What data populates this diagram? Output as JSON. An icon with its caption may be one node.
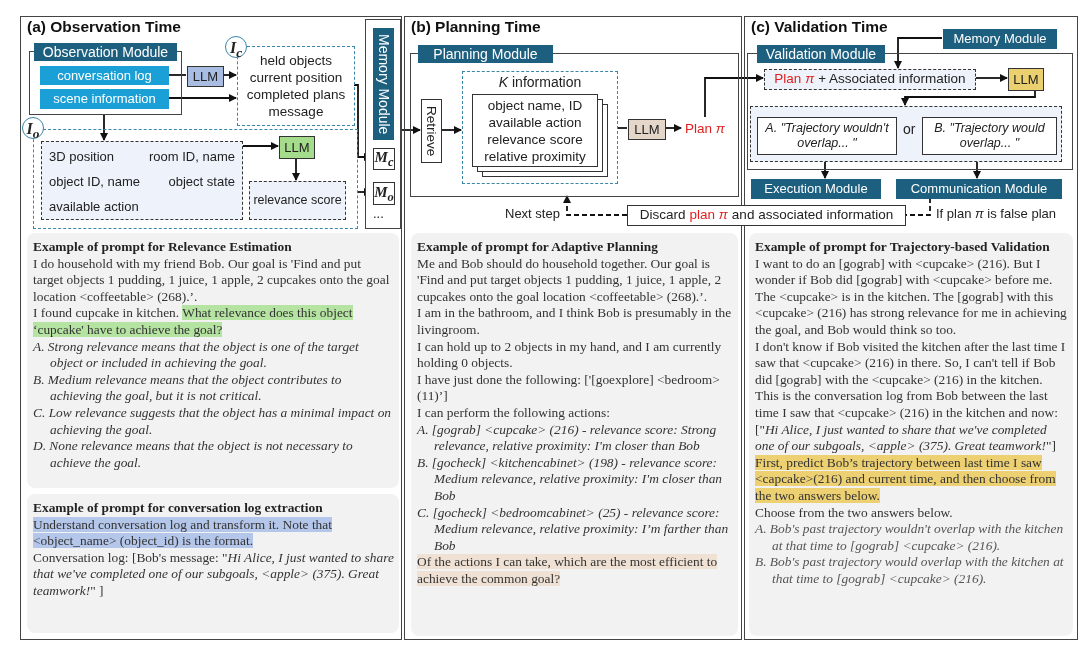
{
  "diagram": {
    "nodes": [
      {
        "text": [
          "(a) Observation Time"
        ]
      },
      {
        "text": [],
        "shape": "box",
        "in": 0
      },
      {
        "text": [
          "conversation log"
        ],
        "in": 1
      },
      {
        "text": [
          "scene information"
        ],
        "in": 1
      },
      {
        "text": [
          "LLM"
        ],
        "in": 0
      },
      {
        "text": [
          "*I*$_{c}$",
          "held objects",
          "current position",
          "completed plans",
          "message"
        ],
        "in": 0
      },
      {
        "text": [
          "*I*$_{o}$"
        ],
        "in": 0
      },
      {
        "text": [
          "3D position",
          "room ID, name",
          "object ID, name",
          "object state",
          "available action"
        ],
        "in": 6
      },
      {
        "text": [
          "LLM"
        ],
        "in": 6
      },
      {
        "text": [
          "relevance score"
        ],
        "in": 6
      },
      {
        "text": [
          "Memory Module"
        ],
        "in": 0
      },
      {
        "text": [
          "*M*$_{c}$"
        ],
        "in": 10
      },
      {
        "text": [
          "*M*$_{o}$"
        ],
        "in": 10
      },
      {
        "text": [
          "Example of prompt for Relevance Estimation",
          "I do household with my friend Bob. Our goal is 'Find and put target objects  1 pudding, 1 juice, 1 apple, 2 cupcakes onto the goal location <coffeetable> (268).’.",
          "I found cupcake in kitchen.",
          "What relevance does this object ‘cupcake' have to achieve the goal?",
          "A. Strong relevance means that the object is one of the target object or included in achieving the goal.",
          "B. Medium relevance means that the object contributes to achieving the goal, but it is not critical.",
          "C. Low relevance suggests that the object has a minimal impact on achieving the goal.",
          "D. None relevance means that the object is not necessary to achieve the goal."
        ],
        "in": 0
      },
      {
        "text": [
          "Example of prompt for conversation log extraction",
          "Understand conversation log and transform it. Note that <object_name> (object_id) is the format.",
          "Conversation log: [Bob's message: \"*Hi Alice, I just wanted to share that we've completed one of our subgoals, <apple> (375). Great teamwork!*\" ]"
        ],
        "in": 0
      },
      {
        "text": [
          "(b) Planning Time"
        ]
      },
      {
        "text": [],
        "shape": "box",
        "in": 15
      },
      {
        "text": [
          "Retrieve"
        ],
        "in": 16
      },
      {
        "text": [
          "*K* information"
        ],
        "in": 16
      },
      {
        "text": [
          "object name, ID",
          "available action",
          "relevance score",
          "relative proximity"
        ],
        "in": 18
      },
      {
        "text": [
          "LLM"
        ],
        "in": 16
      },
      {
        "text": [
          "Plan *π*"
        ],
        "in": 16
      },
      {
        "text": [
          "Discard",
          "plan *π*",
          "and associated information"
        ]
      },
      {
        "text": [
          "Example of prompt for Adaptive Planning",
          "Me and Bob should do household together. Our goal is 'Find and put target objects 1 pudding, 1 juice, 1 apple, 2 cupcakes onto the goal location <coffeetable> (268).’.",
          "I am in the bathroom, and I think Bob is presumably in the livingroom.",
          "I can hold up to 2 objects in my hand, and I am currently holding 0 objects.",
          "I have just done the following: ['[goexplore] <bedroom> (11)’]",
          "I can perform the following actions:",
          "A.  [gograb] <cupcake> (216) - relevance  score: Strong relevance, relative proximity: I'm closer than Bob",
          "B. [gocheck] <kitchencabinet> (198) - relevance score: Medium relevance, relative proximity: I'm closer than Bob",
          "C. [gocheck] <bedroomcabinet> (25) - relevance score: Medium relevance, relative proximity: I’m farther than Bob",
          "Of the actions I can take, which are the most efficient to achieve the common goal?"
        ],
        "in": 15
      },
      {
        "text": [
          "(c) Validation Time"
        ]
      },
      {
        "text": [
          "Memory Module"
        ],
        "in": 24
      },
      {
        "text": [],
        "shape": "box",
        "in": 24
      },
      {
        "text": [
          "Plan *π*",
          "+ Associated information"
        ],
        "in": 26
      },
      {
        "text": [
          "LLM"
        ],
        "in": 26
      },
      {
        "text": [
          "or"
        ],
        "in": 26
      },
      {
        "text": [
          "A. \"Trajectory wouldn't overlap... \""
        ],
        "in": 29
      },
      {
        "text": [
          "B. \"Trajectory would overlap... \""
        ],
        "in": 29
      },
      {
        "text": [
          "Execution Module"
        ],
        "in": 24
      },
      {
        "text": [
          "Communication Module"
        ],
        "in": 24
      },
      {
        "text": [
          "Example of prompt for Trajectory-based Validation",
          "I want to do an [gograb] with <cupcake> (216). But I wonder if Bob did [gograb] with <cupcake> before me. The <cupcake> is in the kitchen. The [gograb] with this <cupcake> (216) has strong relevance for me in achieving the goal, and Bob would think so too.",
          "I don't know if Bob visited the kitchen after the last time I saw that <cupcake> (216) in there. So, I can't tell if Bob did [gograb] with the <cupcake> (216) in the kitchen.",
          "This is the conversation log from Bob between the last time I saw that <cupcake> (216) in the kitchen and now: [\"*Hi Alice, I just wanted to share that we've completed one of our subgoals, <apple> (375). Great teamwork!*\"]",
          "First, predict Bob’s trajectory between last time I saw <capcake>(216) and current time, and then choose from the two answers below.",
          "Choose from the two answers below.",
          "A. Bob's past trajectory wouldn't overlap with the kitchen at that time to [gograb] <cupcake> (216).",
          "B. Bob's past trajectory would overlap with the kitchen at that time to [gograb] <cupcake> (216)."
        ],
        "in": 24
      },
      {
        "text": [
          "Observation Module"
        ],
        "in": 0
      },
      {
        "text": [
          "Planning Module"
        ],
        "in": 15
      },
      {
        "text": [
          "Validation Module"
        ],
        "in": 24
      }
    ],
    "edges": [
      {
        "from": 2,
        "to": 4,
        "arrow": "none"
      },
      {
        "from": 4,
        "to": 5,
        "arrow": "to"
      },
      {
        "from": 3,
        "to": 5,
        "arrow": "to"
      },
      {
        "from": 1,
        "to": 7,
        "arrow": "to"
      },
      {
        "from": 7,
        "to": 8,
        "arrow": "to"
      },
      {
        "from": 8,
        "to": 9,
        "arrow": "to"
      },
      {
        "from": 5,
        "to": 11,
        "arrow": "to"
      },
      {
        "from": 6,
        "to": 12,
        "arrow": "to"
      },
      {
        "from": 10,
        "to": 17,
        "arrow": "to"
      },
      {
        "from": 17,
        "to": 18,
        "arrow": "to"
      },
      {
        "from": 18,
        "to": 20,
        "arrow": "none"
      },
      {
        "from": 20,
        "to": 21,
        "arrow": "to"
      },
      {
        "from": 21,
        "to": 27,
        "arrow": "to"
      },
      {
        "from": 25,
        "to": 27,
        "arrow": "to"
      },
      {
        "from": 27,
        "to": 28,
        "arrow": "to"
      },
      {
        "from": 28,
        "to": 29,
        "arrow": "to"
      },
      {
        "from": 30,
        "to": 32,
        "arrow": "to"
      },
      {
        "from": 31,
        "to": 33,
        "arrow": "to"
      },
      {
        "from": 33,
        "to": 22,
        "arrow": "none",
        "style": "dashed",
        "label": "If plan *π* is false plan"
      },
      {
        "from": 22,
        "to": 16,
        "arrow": "to",
        "style": "dashed",
        "label": "Next step"
      }
    ],
    "labels": [
      "..."
    ]
  }
}
